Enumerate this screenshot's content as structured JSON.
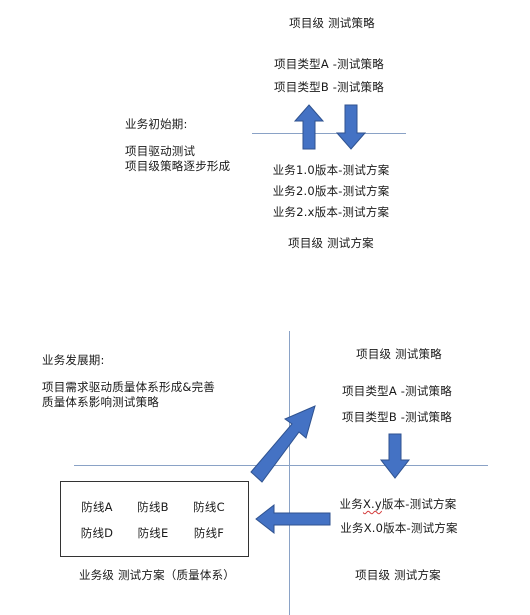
{
  "top": {
    "heading": "项目级  测试策略",
    "strategies": [
      "项目类型A -测试策略",
      "项目类型B -测试策略"
    ],
    "phase_title": "业务初始期:",
    "phase_lines": [
      "项目驱动测试",
      "项目级策略逐步形成"
    ],
    "plans": [
      "业务1.0版本-测试方案",
      "业务2.0版本-测试方案",
      "业务2.x版本-测试方案"
    ],
    "footer": "项目级  测试方案"
  },
  "bottom": {
    "phase_title": "业务发展期:",
    "phase_lines": [
      "项目需求驱动质量体系形成&完善",
      "质量体系影响测试策略"
    ],
    "heading": "项目级  测试策略",
    "strategies": [
      "项目类型A -测试策略",
      "项目类型B -测试策略"
    ],
    "plan1_prefix": "业务",
    "plan1_mark": "X.y",
    "plan1_suffix": "版本-测试方案",
    "plan2": "业务X.0版本-测试方案",
    "defense_lines": [
      "防线A",
      "防线B",
      "防线C",
      "防线D",
      "防线E",
      "防线F"
    ],
    "business_footer": "业务级 测试方案（质量体系）",
    "project_footer": "项目级  测试方案"
  },
  "colors": {
    "arrow_fill": "#4472c4",
    "arrow_stroke": "#2f528f",
    "axis": "#8aa2c6"
  }
}
